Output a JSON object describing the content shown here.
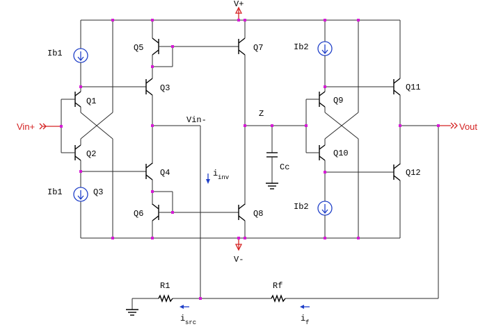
{
  "labels": {
    "vplus": "V+",
    "vminus": "V-",
    "vin_plus": "Vin+",
    "vin_minus": "Vin-",
    "vout": "Vout",
    "z": "Z",
    "cc": "Cc",
    "r1": "R1",
    "rf": "Rf",
    "ib1_top": "Ib1",
    "ib1_bot": "Ib1",
    "ib2_top": "Ib2",
    "ib2_bot": "Ib2",
    "q1": "Q1",
    "q2": "Q2",
    "q3": "Q3",
    "q3b": "Q3",
    "q4": "Q4",
    "q5": "Q5",
    "q6": "Q6",
    "q7": "Q7",
    "q8": "Q8",
    "q9": "Q9",
    "q10": "Q10",
    "q11": "Q11",
    "q12": "Q12",
    "i_inv": "i",
    "i_inv_sub": "inv",
    "i_src": "i",
    "i_src_sub": "src",
    "i_f": "i",
    "i_f_sub": "f"
  },
  "colors": {
    "wire": "#2a2a2a",
    "device": "#000000",
    "current_source": "#1f3fc8",
    "io_label": "#d42222",
    "junction": "#d61ad6"
  }
}
